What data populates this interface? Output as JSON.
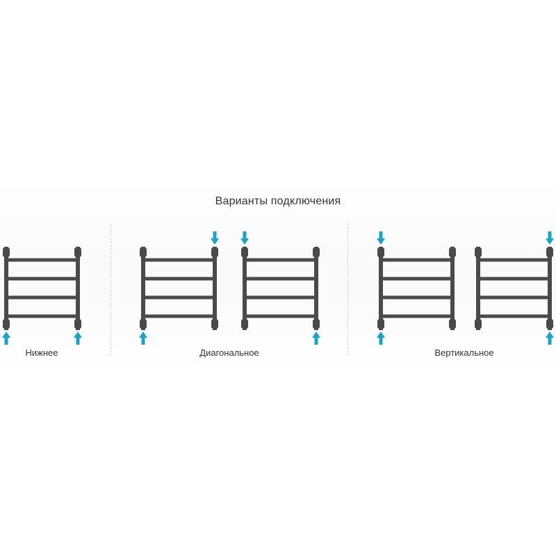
{
  "title": "Варианты подключения",
  "groups": [
    {
      "label": "Нижнее"
    },
    {
      "label": "Диагональное"
    },
    {
      "label": "Вертикальное"
    }
  ],
  "colors": {
    "pipe": "#4a4a4a",
    "arrow": "#1aa3c6",
    "divider": "#cfcfcf",
    "text": "#333333"
  },
  "icons": {
    "radiator": "towel-dryer-ladder",
    "arrow_in": "arrow-down",
    "arrow_out": "arrow-up"
  }
}
